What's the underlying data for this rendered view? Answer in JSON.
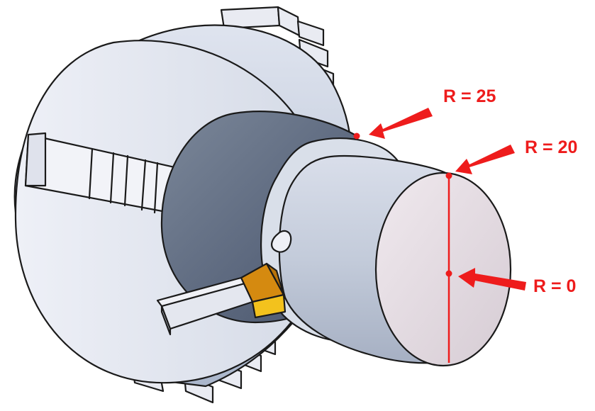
{
  "annotations": {
    "outer_radius": "R = 25",
    "stock_radius": "R = 20",
    "center": "R = 0"
  },
  "colors": {
    "chuck_light": "#e6e9f3",
    "chuck_shade": "#c9d1e1",
    "bore_dark": "#5d6a80",
    "tool_gold": "#d58a10",
    "annotation_red": "#ee1c1c"
  },
  "icons": [
    "arrow-icon"
  ]
}
